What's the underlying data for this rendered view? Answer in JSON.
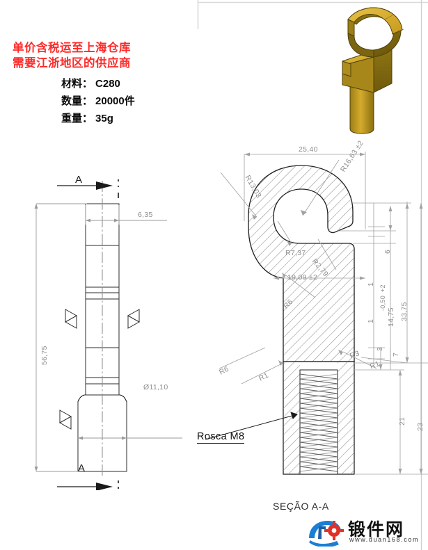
{
  "notes": {
    "red_lines": [
      "单价含税运至上海仓库",
      "需要江浙地区的供应商"
    ],
    "specs": [
      {
        "label": "材料：",
        "value": "C280"
      },
      {
        "label": "数量：",
        "value": "20000件"
      },
      {
        "label": "重量：",
        "value": "35g"
      }
    ]
  },
  "model": {
    "name": "hook-3d-isometric",
    "color_light": "#d8b02b",
    "color_mid": "#b8901c",
    "color_dark": "#7e6a10"
  },
  "front_view": {
    "section_letter_top": "A",
    "section_letter_bottom": "A",
    "dimensions": {
      "width_top": "6,35",
      "overall_height": "56,75",
      "diameter": "Ø11,10"
    }
  },
  "section_view": {
    "caption": "SEÇÃO A-A",
    "thread_note": "Rosca M8",
    "dimensions": {
      "top_width": "25,40",
      "radius_outer": "R13,03",
      "radius_upper_right": "R16,63 ±2",
      "radius_inner": "R7,37",
      "radius_tip": "R2,79",
      "inner_width": "19,09 ±2",
      "radius_lower_left": "R6",
      "radius_lower_left2": "R1",
      "radius_small_r3": "R3",
      "radius_small_r1": "R1",
      "gap_6": "6",
      "gap_1_upper": "1",
      "gap_1_lower": "1",
      "gap_3": "3",
      "gap_7": "7",
      "height_tolerance": "14,75",
      "tol_plus": "+2",
      "tol_minus": "-0,50",
      "total_height": "33,75",
      "thread_length": "21",
      "lower_height": "23"
    }
  },
  "watermark": {
    "text_cn": "锻件网",
    "url": "www.duan168.com",
    "logo_blue": "#1a7fd4",
    "logo_red": "#e03127"
  },
  "colors": {
    "note_red": "#ff2a2a",
    "dim_gray": "#8d8d8d",
    "line_dark": "#1a1a1a"
  }
}
